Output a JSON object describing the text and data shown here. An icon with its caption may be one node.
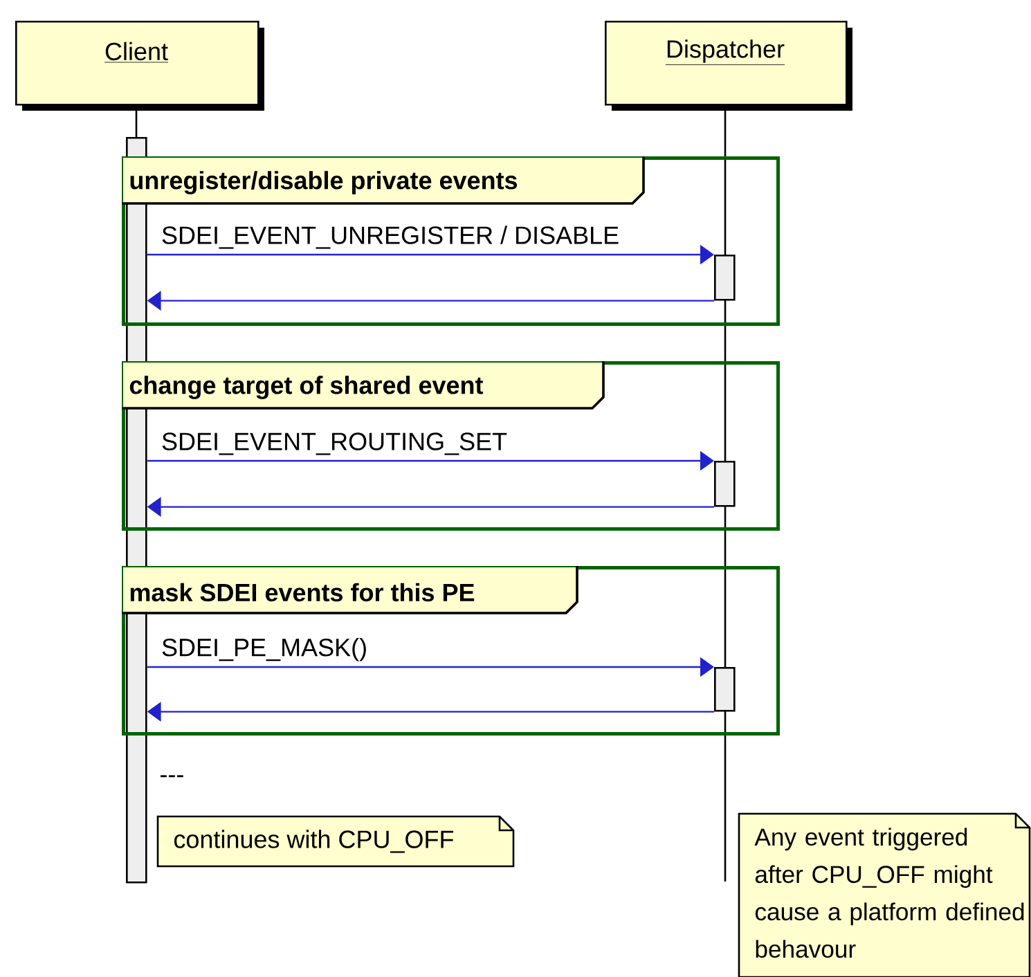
{
  "diagram": {
    "nodes": [
      {
        "text": [
          "Client"
        ]
      },
      {
        "text": [
          "Dispatcher"
        ]
      },
      {
        "text": [],
        "shape": "bar"
      },
      {
        "text": [
          "unregister/disable private events"
        ]
      },
      {
        "text": [],
        "shape": "bar",
        "in": 3
      },
      {
        "text": [
          "change target of shared event"
        ]
      },
      {
        "text": [],
        "shape": "bar",
        "in": 5
      },
      {
        "text": [
          "mask SDEI events for this PE"
        ]
      },
      {
        "text": [],
        "shape": "bar",
        "in": 7
      },
      {
        "text": [
          "continues with CPU_OFF"
        ]
      },
      {
        "text": [
          "Any event triggered after CPU_OFF might cause a platform defined behavour"
        ]
      }
    ],
    "edges": [
      {
        "from": 2,
        "to": 4,
        "arrow": "to",
        "label": "SDEI_EVENT_UNREGISTER / DISABLE"
      },
      {
        "from": 4,
        "to": 2,
        "arrow": "to"
      },
      {
        "from": 2,
        "to": 6,
        "arrow": "to",
        "label": "SDEI_EVENT_ROUTING_SET"
      },
      {
        "from": 6,
        "to": 2,
        "arrow": "to"
      },
      {
        "from": 2,
        "to": 8,
        "arrow": "to",
        "label": "SDEI_PE_MASK()"
      },
      {
        "from": 8,
        "to": 2,
        "arrow": "to"
      }
    ],
    "labels": [
      "---"
    ]
  }
}
